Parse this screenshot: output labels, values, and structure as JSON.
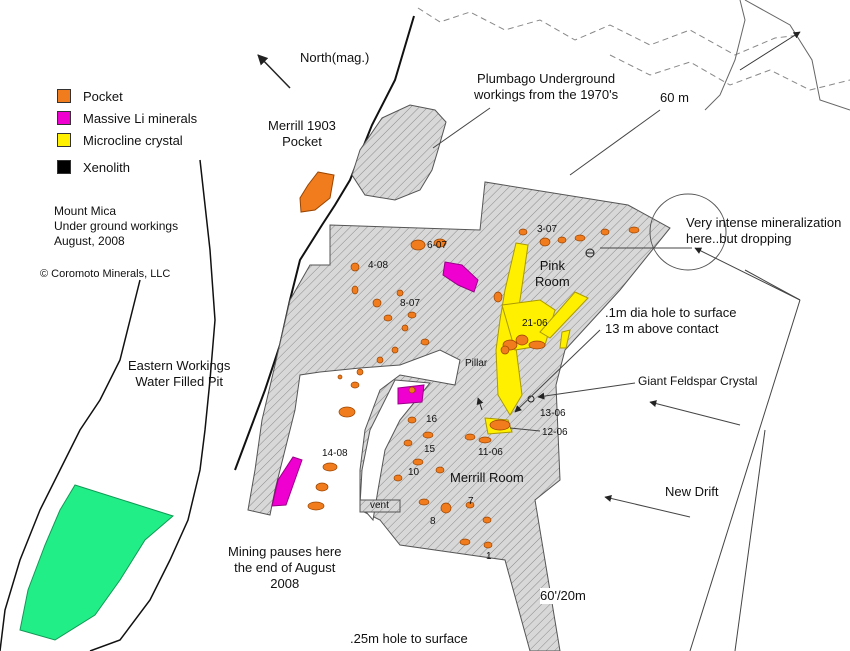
{
  "colors": {
    "pocket": "#F07C1E",
    "li": "#F000D0",
    "microcline": "#FFF000",
    "xenolith": "#000000",
    "pit": "#22EE88",
    "workings": "#D6D6D6"
  },
  "legend": [
    {
      "label": "Pocket",
      "color": "#F07C1E"
    },
    {
      "label": "Massive Li minerals",
      "color": "#F000D0"
    },
    {
      "label": "Microcline crystal",
      "color": "#FFF000"
    },
    {
      "label": "Xenolith",
      "color": "#000000"
    }
  ],
  "title": {
    "line1": "Mount Mica",
    "line2": "Under ground workings",
    "line3": "August, 2008"
  },
  "copyright": "© Coromoto Minerals, LLC",
  "north": "North(mag.)",
  "annotations": {
    "merrill_pocket": "Merrill 1903\nPocket",
    "plumbago": "Plumbago Underground\nworkings from the 1970's",
    "sixty_m": "60 m",
    "intense": "Very intense mineralization\nhere..but dropping",
    "hole_1m": ".1m dia hole to surface\n13 m above contact",
    "giant_feldspar": "Giant Feldspar Crystal",
    "new_drift": "New Drift",
    "eastern": "Eastern Workings\nWater Filled Pit",
    "mining_pauses": "Mining pauses here\nthe end of August\n2008",
    "sixty_ft": "60'/20m",
    "hole_25m": ".25m hole to surface"
  },
  "rooms": {
    "pink": "Pink\nRoom",
    "merrill": "Merrill Room",
    "pillar": "Pillar",
    "vent": "vent"
  },
  "pocket_labels": {
    "p3_07": "3-07",
    "p6_07": "6-07",
    "p4_08": "4-08",
    "p8_07": "8-07",
    "p21_06": "21-06",
    "p13_06": "13-06",
    "p12_06": "12-06",
    "p16": "16",
    "p15": "15",
    "p11_06": "11-06",
    "p14_08": "14-08",
    "p10": "10",
    "p7": "7",
    "p8": "8",
    "p1": "1"
  }
}
